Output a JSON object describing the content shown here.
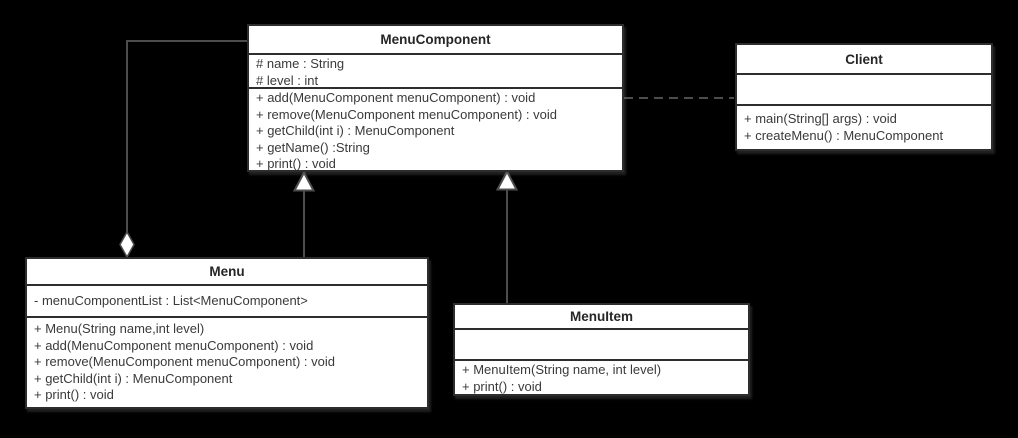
{
  "classes": [
    {
      "name": "MenuComponent",
      "attributes": [
        "# name : String",
        "# level : int"
      ],
      "methods": [
        "+ add(MenuComponent menuComponent) : void",
        "+ remove(MenuComponent menuComponent) : void",
        "+ getChild(int i) : MenuComponent",
        "+ getName() :String",
        "+ print() : void"
      ]
    },
    {
      "name": "Client",
      "attributes": [],
      "methods": [
        "+ main(String[] args) : void",
        "+ createMenu() : MenuComponent"
      ]
    },
    {
      "name": "Menu",
      "attributes": [
        "- menuComponentList : List<MenuComponent>"
      ],
      "methods": [
        "+ Menu(String name,int level)",
        "+ add(MenuComponent menuComponent) : void",
        "+ remove(MenuComponent menuComponent) : void",
        "+ getChild(int i) : MenuComponent",
        "+ print() : void"
      ]
    },
    {
      "name": "MenuItem",
      "attributes": [],
      "methods": [
        "+ MenuItem(String name, int level)",
        "+ print() : void"
      ]
    }
  ],
  "relationships": [
    {
      "type": "aggregation",
      "between": [
        "MenuComponent",
        "Menu"
      ],
      "diamond_at": "Menu"
    },
    {
      "type": "generalization",
      "from": "Menu",
      "to": "MenuComponent"
    },
    {
      "type": "generalization",
      "from": "MenuItem",
      "to": "MenuComponent"
    },
    {
      "type": "dependency",
      "style": "dashed",
      "between": [
        "MenuComponent",
        "Client"
      ]
    }
  ],
  "colors": {
    "background": "#000000",
    "box_fill": "#ffffff",
    "box_border": "#2d2d2d",
    "connector": "#4d4d4d",
    "shape_fill": "#ffffff",
    "text": "#3a3a3a",
    "title_text": "#262626"
  }
}
